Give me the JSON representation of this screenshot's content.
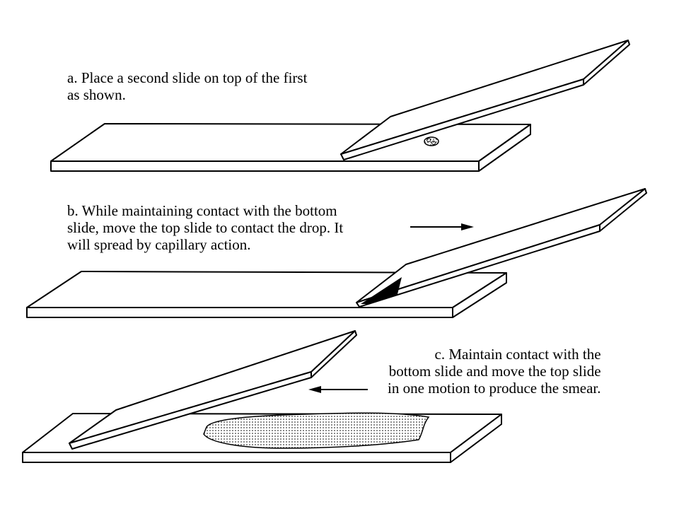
{
  "steps": [
    {
      "id": "a",
      "lines": [
        "a.  Place a second slide on top of the first",
        "as shown."
      ]
    },
    {
      "id": "b",
      "lines": [
        "b.  While maintaining contact with the bottom",
        "slide, move the top slide to contact the drop.  It",
        "will spread by capillary action."
      ]
    },
    {
      "id": "c",
      "lines": [
        "c.   Maintain contact with the",
        "bottom slide and move the top slide",
        "in one motion to produce the smear."
      ]
    }
  ],
  "icons": {
    "arrow_b": "arrow-right-icon",
    "arrow_c": "arrow-left-icon"
  },
  "colors": {
    "ink": "#000000",
    "paper": "#ffffff"
  }
}
